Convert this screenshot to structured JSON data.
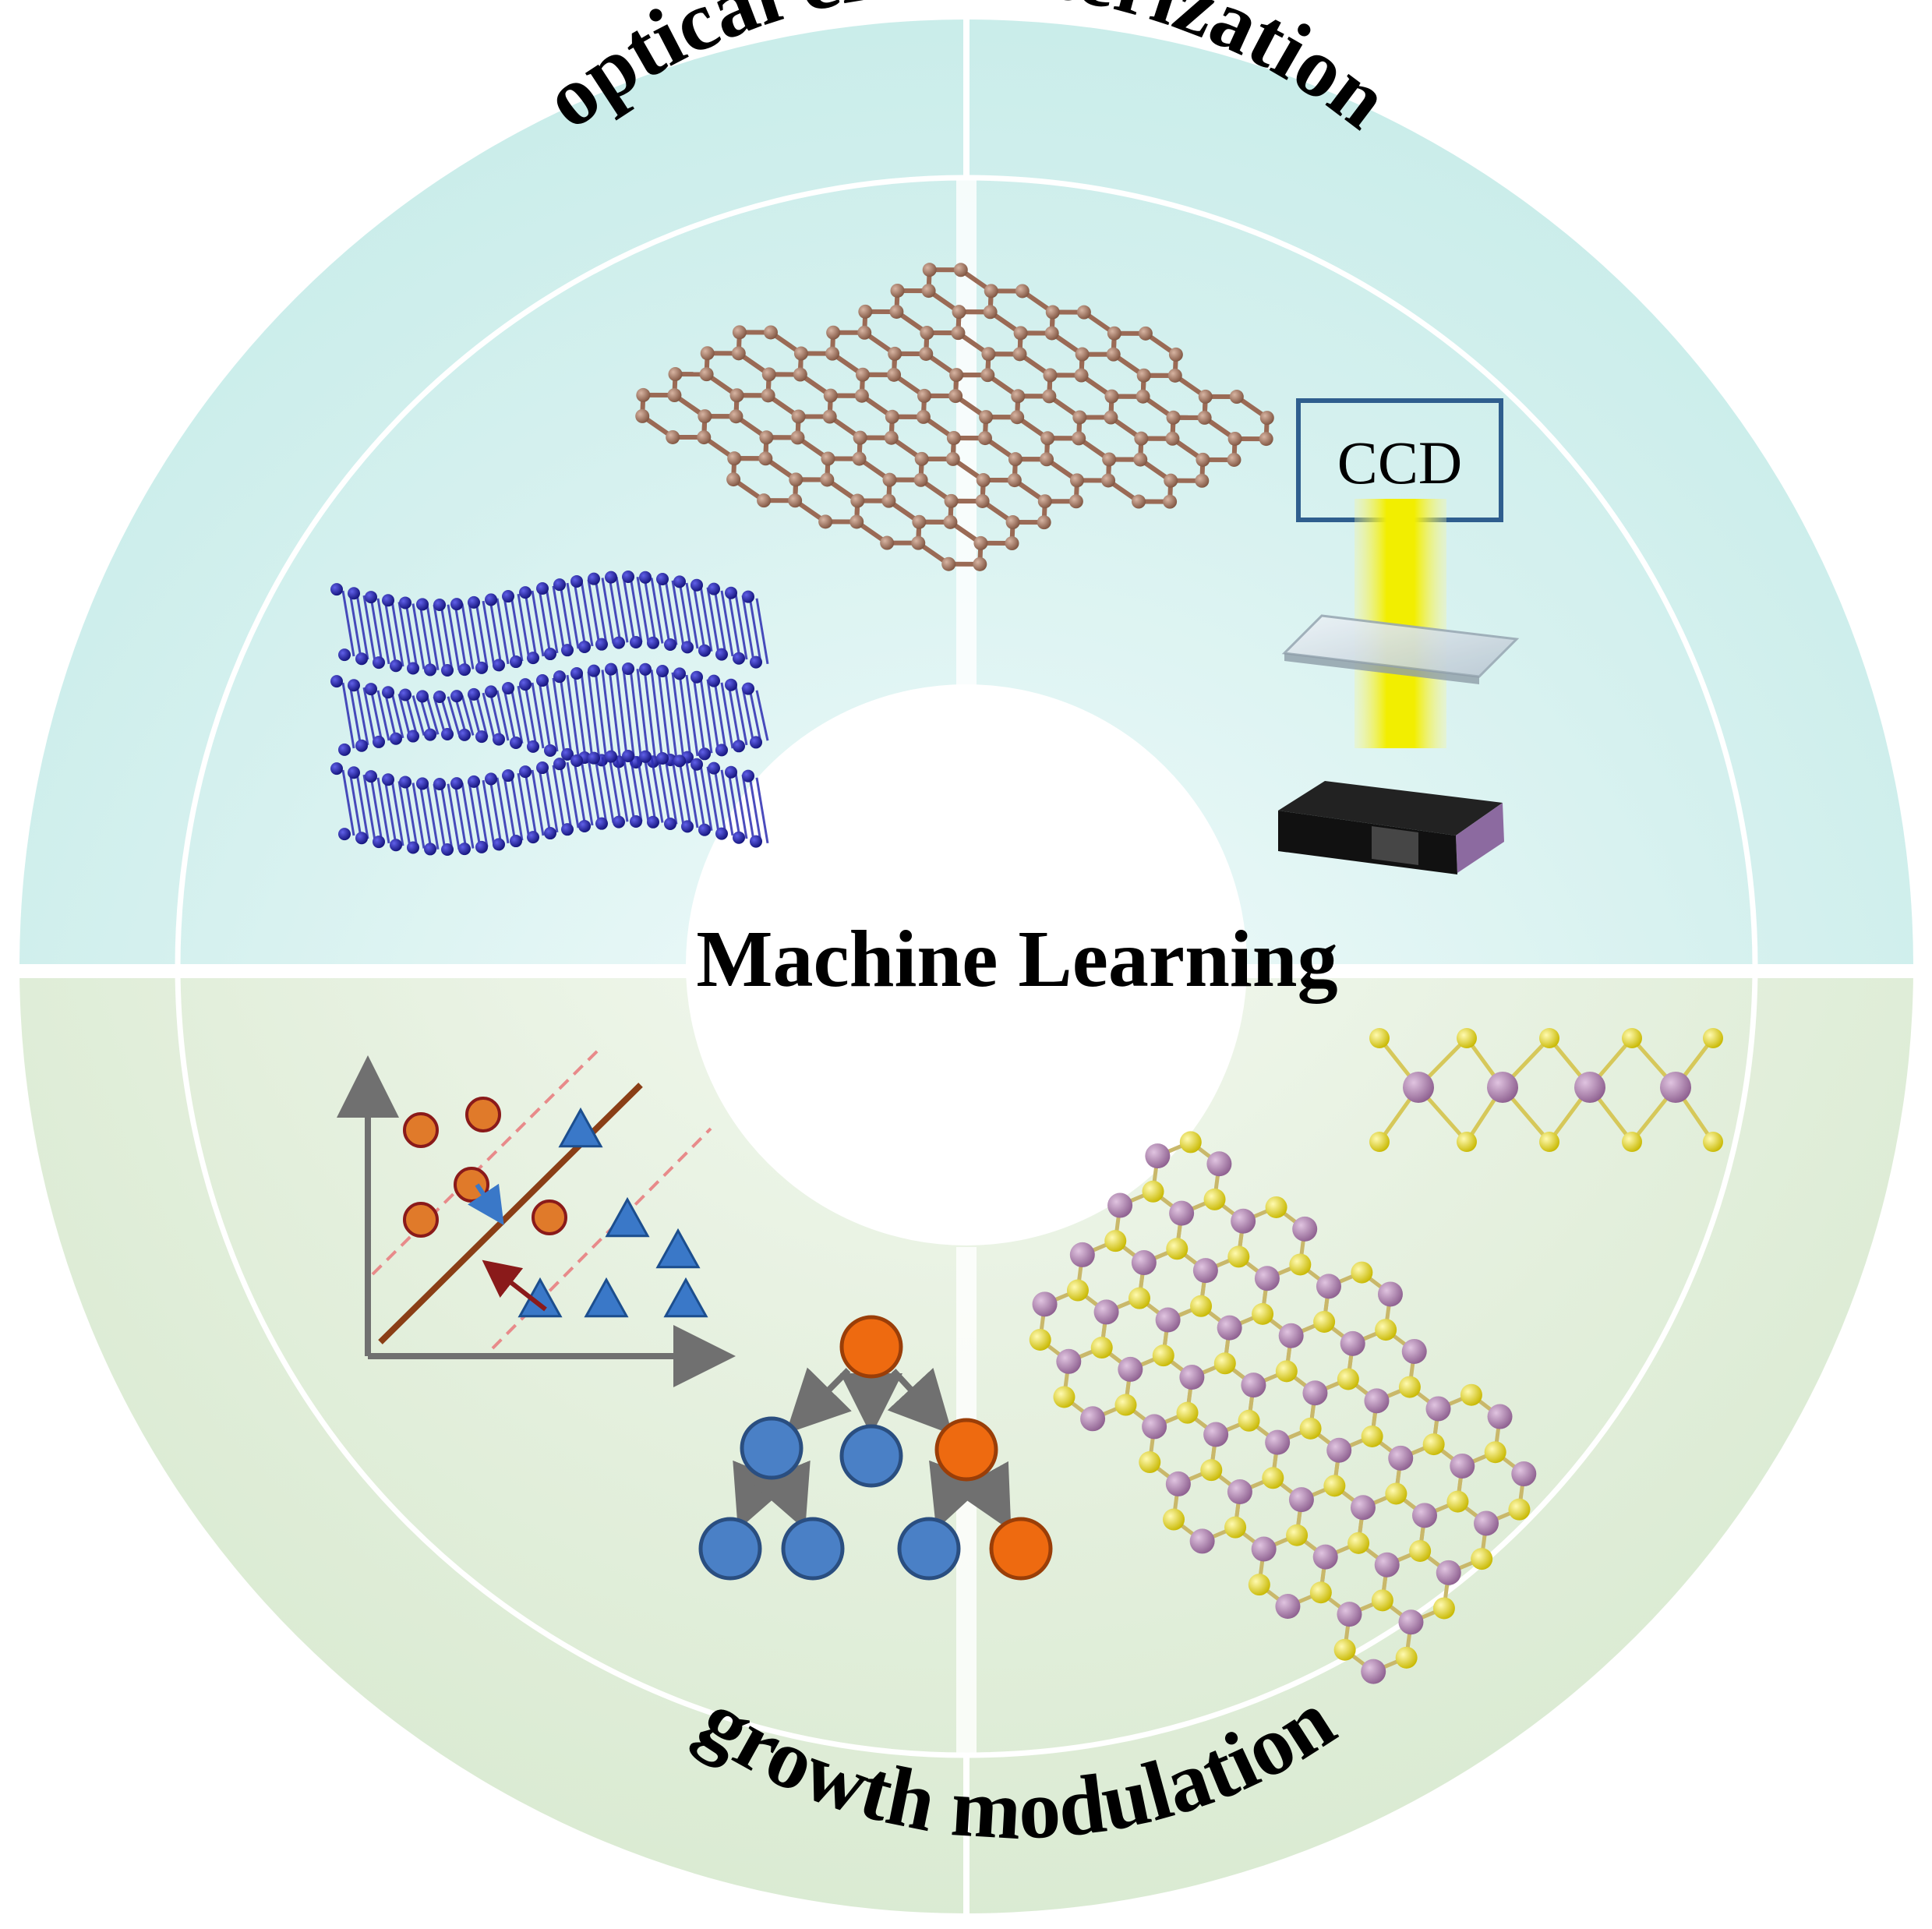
{
  "title": "Machine Learning",
  "top_label": "optical characterization",
  "bottom_label": "growth modulation",
  "ccd_label": "CCD",
  "colors": {
    "top_band": "#c8ebe9",
    "bottom_band": "#dcebd3",
    "center": "#ffffff",
    "carbon_atom": "#a0705a",
    "layered_atom": "#1f1fa8",
    "light_beam": "#f4f000",
    "class_circle": "#e07a2a",
    "class_triangle": "#3a78c8",
    "tree_orange": "#ee6a10",
    "tree_blue": "#4a80c6",
    "metal_atom": "#b585b5",
    "chalcogen_atom": "#f0e21c"
  }
}
